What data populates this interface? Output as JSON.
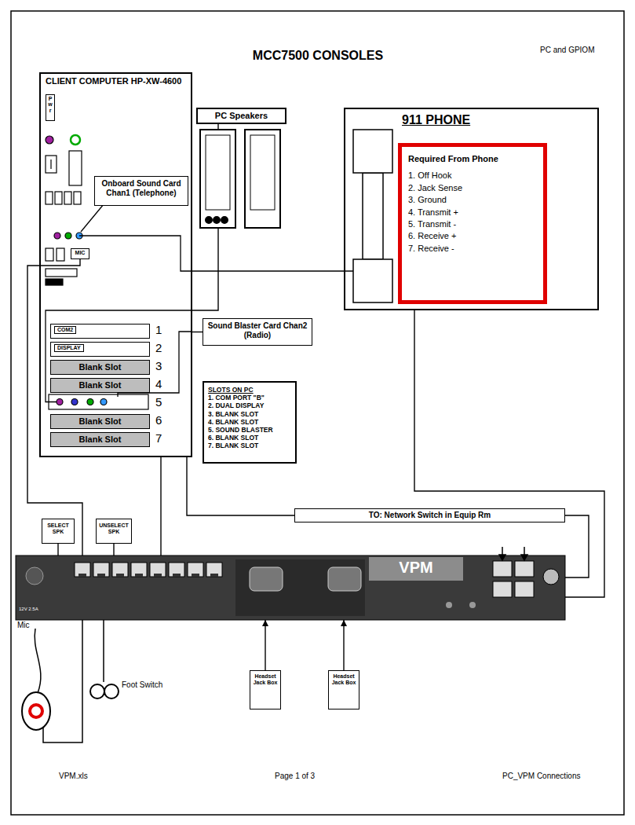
{
  "diagram": {
    "title": "MCC7500 CONSOLES",
    "nodes": [
      {
        "text": [
          "CLIENT COMPUTER HP-XW-4600"
        ]
      },
      {
        "text": [
          "P w r"
        ],
        "in": 0
      },
      {
        "text": [
          "Onboard Sound Card Chan1 (Telephone)"
        ],
        "in": 0
      },
      {
        "text": [
          "MIC"
        ],
        "in": 0
      },
      {
        "text": [
          "COM2"
        ],
        "in": 0
      },
      {
        "text": [
          "DISPLAY"
        ],
        "in": 0
      },
      {
        "text": [
          "Blank Slot"
        ],
        "in": 0
      },
      {
        "text": [
          "Blank Slot"
        ],
        "in": 0
      },
      {
        "text": [
          "Blank Slot"
        ],
        "in": 0
      },
      {
        "text": [
          "Blank Slot"
        ],
        "in": 0
      },
      {
        "text": [
          "PC Speakers"
        ]
      },
      {
        "text": [
          "911 PHONE"
        ]
      },
      {
        "text": [
          "Required From Phone",
          "1. Off Hook",
          "2. Jack Sense",
          "3. Ground",
          "4. Transmit +",
          "5. Transmit -",
          "6. Receive +",
          "7. Receive -"
        ],
        "in": 11
      },
      {
        "text": [
          "Sound Blaster Card Chan2 (Radio)"
        ]
      },
      {
        "text": [
          "SLOTS ON PC",
          "1. COM PORT \"B\"",
          "2. DUAL DISPLAY",
          "3. BLANK SLOT",
          "4. BLANK SLOT",
          "5. SOUND BLASTER",
          "6. BLANK SLOT",
          "7. BLANK SLOT"
        ]
      },
      {
        "text": [
          "TO:  Network Switch in Equip Rm"
        ]
      },
      {
        "text": [
          "SELECT SPK"
        ]
      },
      {
        "text": [
          "UNSELECT SPK"
        ]
      },
      {
        "text": [
          "VPM"
        ]
      },
      {
        "text": [
          "Headset Jack Box"
        ]
      },
      {
        "text": [
          "Headset Jack Box"
        ]
      }
    ],
    "edges": [
      {
        "from": 0,
        "to": 11,
        "arrow": "none"
      },
      {
        "from": 10,
        "to": 0,
        "arrow": "none"
      },
      {
        "from": 13,
        "to": 0,
        "arrow": "none"
      },
      {
        "from": 3,
        "to": 18,
        "arrow": "none"
      },
      {
        "from": 0,
        "to": 15,
        "arrow": "none"
      },
      {
        "from": 15,
        "to": 18,
        "arrow": "none"
      },
      {
        "from": 11,
        "to": 18,
        "arrow": "none"
      },
      {
        "from": 0,
        "to": 18,
        "arrow": "none"
      },
      {
        "from": 16,
        "to": 18,
        "arrow": "none"
      },
      {
        "from": 17,
        "to": 18,
        "arrow": "none"
      },
      {
        "from": 19,
        "to": 18,
        "arrow": "to"
      },
      {
        "from": 20,
        "to": 18,
        "arrow": "to"
      }
    ],
    "labels": [
      "PC and GPIOM",
      "1",
      "2",
      "3",
      "4",
      "5",
      "6",
      "7",
      "12V 2.5A",
      "Mic",
      "Foot Switch",
      "VPM.xls",
      "Page 1 of 3",
      "PC_VPM Connections"
    ]
  }
}
